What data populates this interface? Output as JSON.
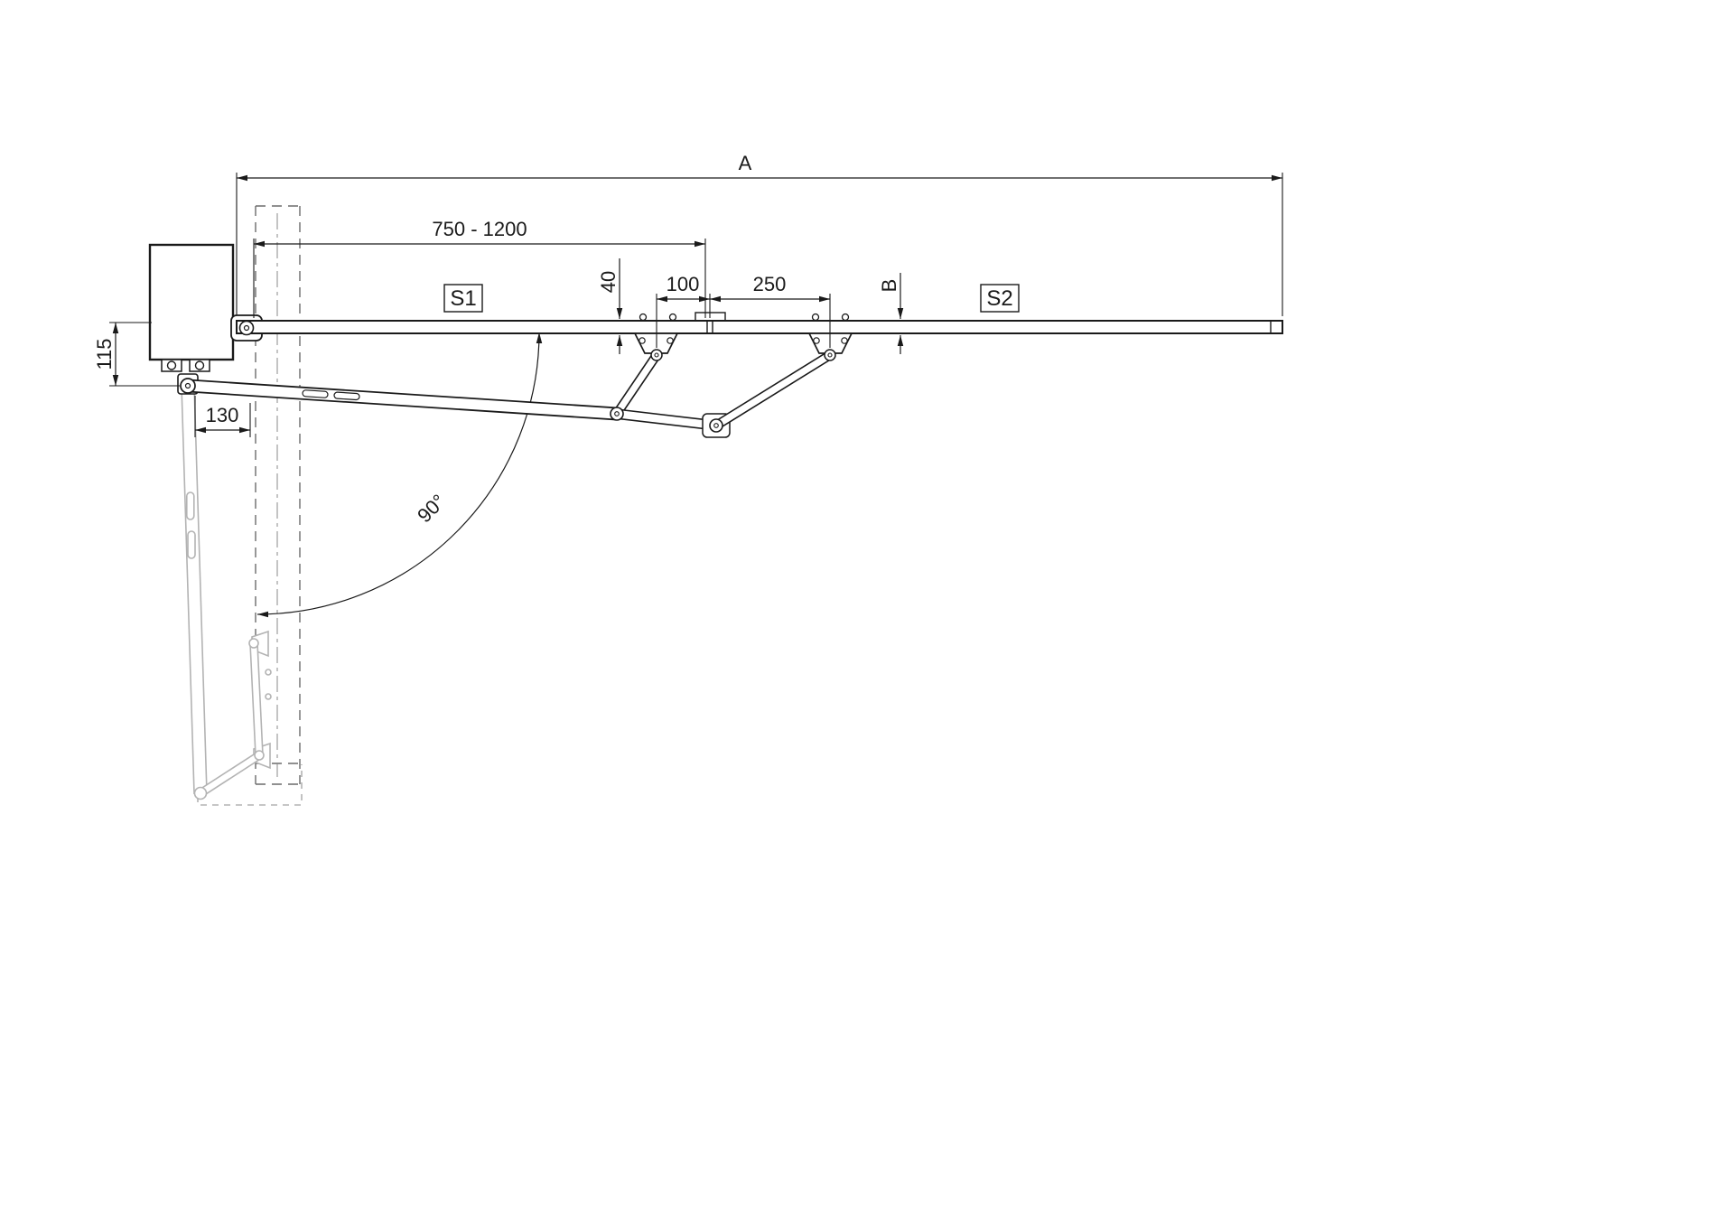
{
  "drawing": {
    "kind": "technical-dimension-drawing",
    "subject": "swing-gate-operator-side-view"
  },
  "dimensions": {
    "overall_length": "A",
    "arm_adjust_range": "750 - 1200",
    "s1_profile_height": "40",
    "bracket_offset": "100",
    "bracket_spacing": "250",
    "s2_profile_height": "B",
    "vertical_offset": "115",
    "post_setback": "130",
    "opening_angle": "90°"
  },
  "sections": {
    "s1_label": "S1",
    "s2_label": "S2"
  },
  "colors": {
    "line": "#1a1a1a",
    "ghost": "#b3b3b3",
    "post_dash": "#6b6b6b",
    "background": "#ffffff"
  }
}
